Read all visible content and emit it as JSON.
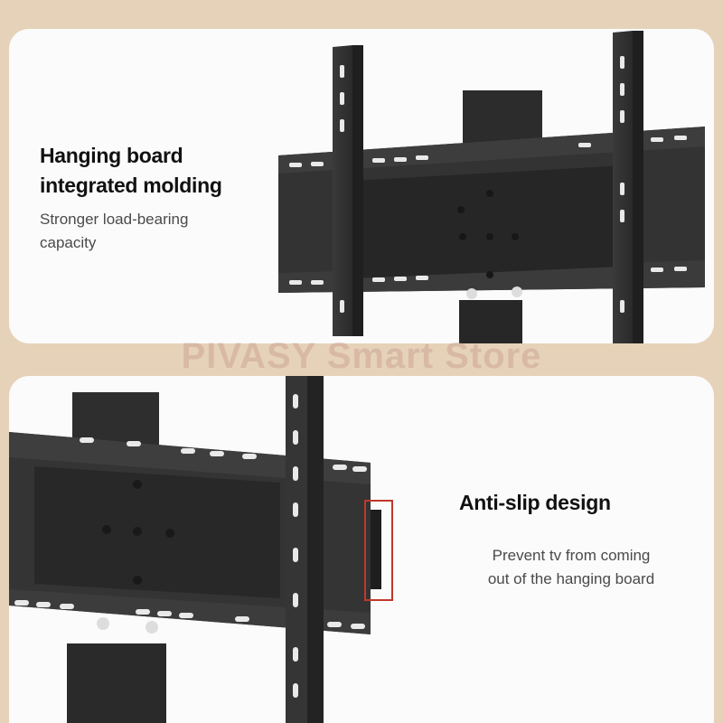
{
  "sections": [
    {
      "title_lines": [
        "Hanging board",
        "integrated molding"
      ],
      "subtitle_lines": [
        "Stronger load-bearing",
        "capacity"
      ]
    },
    {
      "title_lines": [
        "Anti-slip design"
      ],
      "subtitle_lines": [
        "Prevent tv from coming",
        "out of the hanging board"
      ]
    }
  ],
  "watermark": "PIVASY Smart Store",
  "colors": {
    "background": "#e6d2b8",
    "card": "#fbfbfb",
    "metal": "#2e2e2e",
    "highlight_box": "#c0392b"
  }
}
